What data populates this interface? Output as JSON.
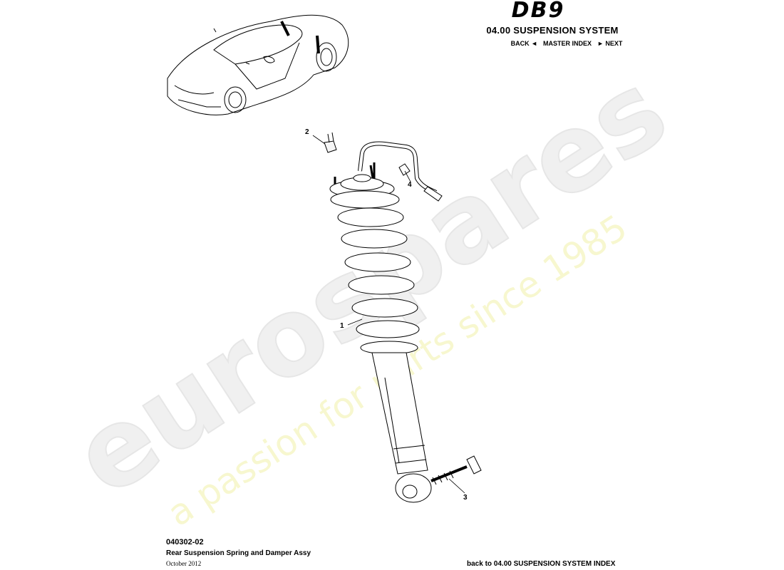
{
  "header": {
    "model": "DB9",
    "section_title": "04.00 SUSPENSION SYSTEM",
    "nav": {
      "back": "BACK ◄",
      "master_index": "MASTER INDEX",
      "next": "► NEXT"
    }
  },
  "watermark": {
    "brand": "eurospares",
    "tagline": "a passion for parts since 1985"
  },
  "callouts": [
    {
      "number": "1"
    },
    {
      "number": "2"
    },
    {
      "number": "3"
    },
    {
      "number": "4"
    }
  ],
  "footer": {
    "code": "040302-02",
    "title": "Rear Suspension Spring and Damper Assy",
    "date": "October 2012",
    "back_link": "back to 04.00 SUSPENSION SYSTEM INDEX"
  },
  "colors": {
    "watermark_brand": "#eeeeee",
    "watermark_tagline": "#f5f5c8",
    "line": "#000000"
  }
}
